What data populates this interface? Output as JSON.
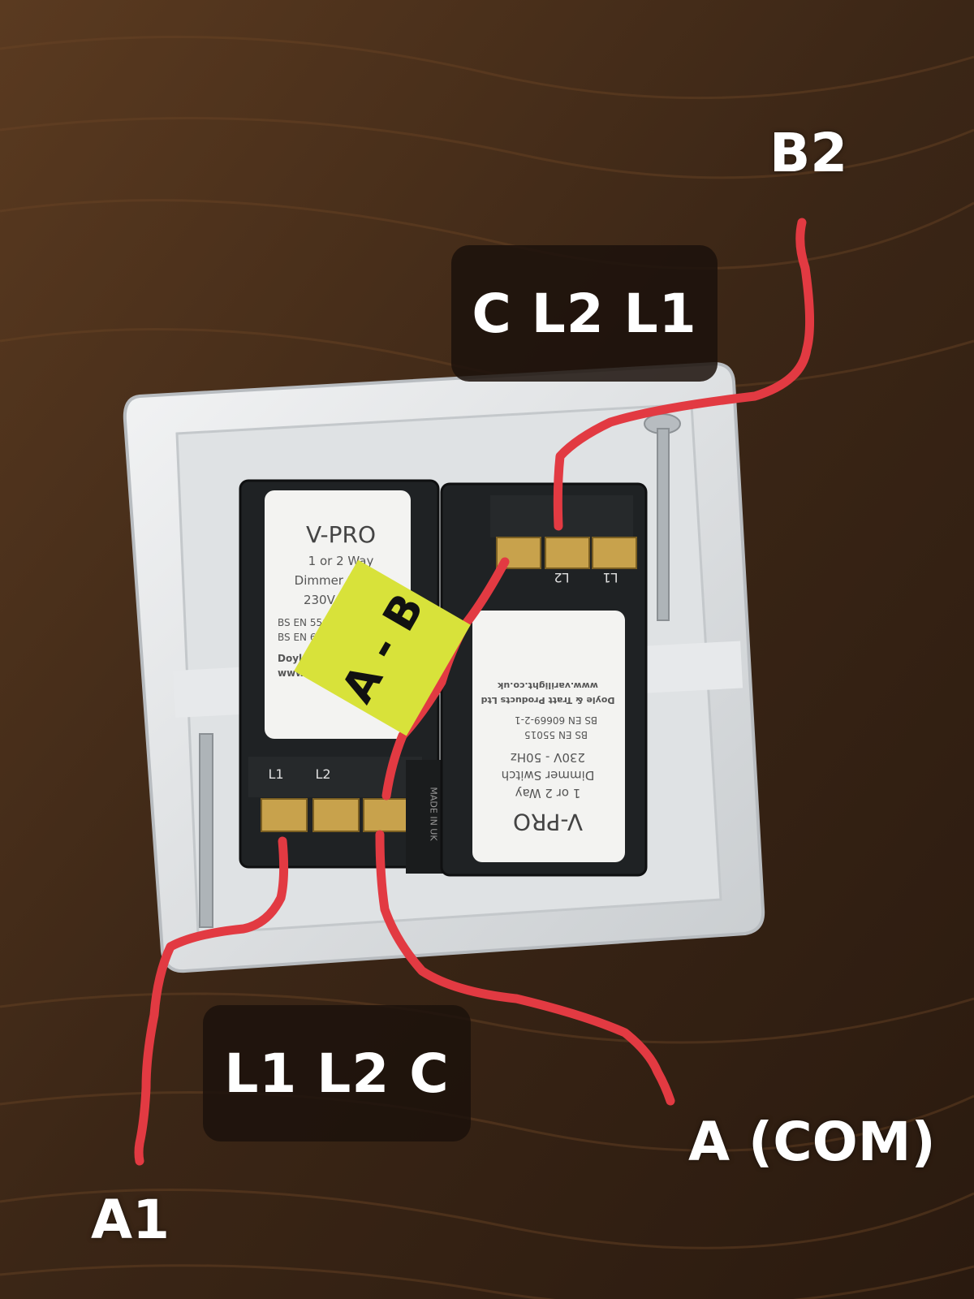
{
  "callouts": {
    "top": "C L2 L1",
    "bottom": "L1 L2 C"
  },
  "wire_labels": {
    "b2": "B2",
    "a_com": "A (COM)",
    "a1": "A1"
  },
  "sticker": "A - B",
  "module_left": {
    "brand": "V-PRO",
    "line1": "1 or 2 Way",
    "line2": "Dimmer Switch",
    "line3": "230V - 50Hz",
    "std1": "BS EN 55015",
    "std2": "BS EN 60669-2-1",
    "maker": "Doyle & Tratt",
    "web": "www.",
    "term_l1": "L1",
    "term_l2": "L2",
    "made_in": "MADE IN UK"
  },
  "module_right": {
    "brand": "V-PRO",
    "line1": "1 or 2 Way",
    "line2": "Dimmer Switch",
    "line3": "230V - 50Hz",
    "std1": "BS EN 55015",
    "std2": "BS EN 60669-2-1",
    "maker": "Doyle & Tratt Products Ltd",
    "web": "www.varilight.co.uk",
    "term_l1": "L1",
    "term_l2": "L2"
  },
  "colors": {
    "wire": "#e23a42",
    "sticker": "#d8e23a",
    "plate": "#e9ebec",
    "wood": "#3a2616"
  }
}
